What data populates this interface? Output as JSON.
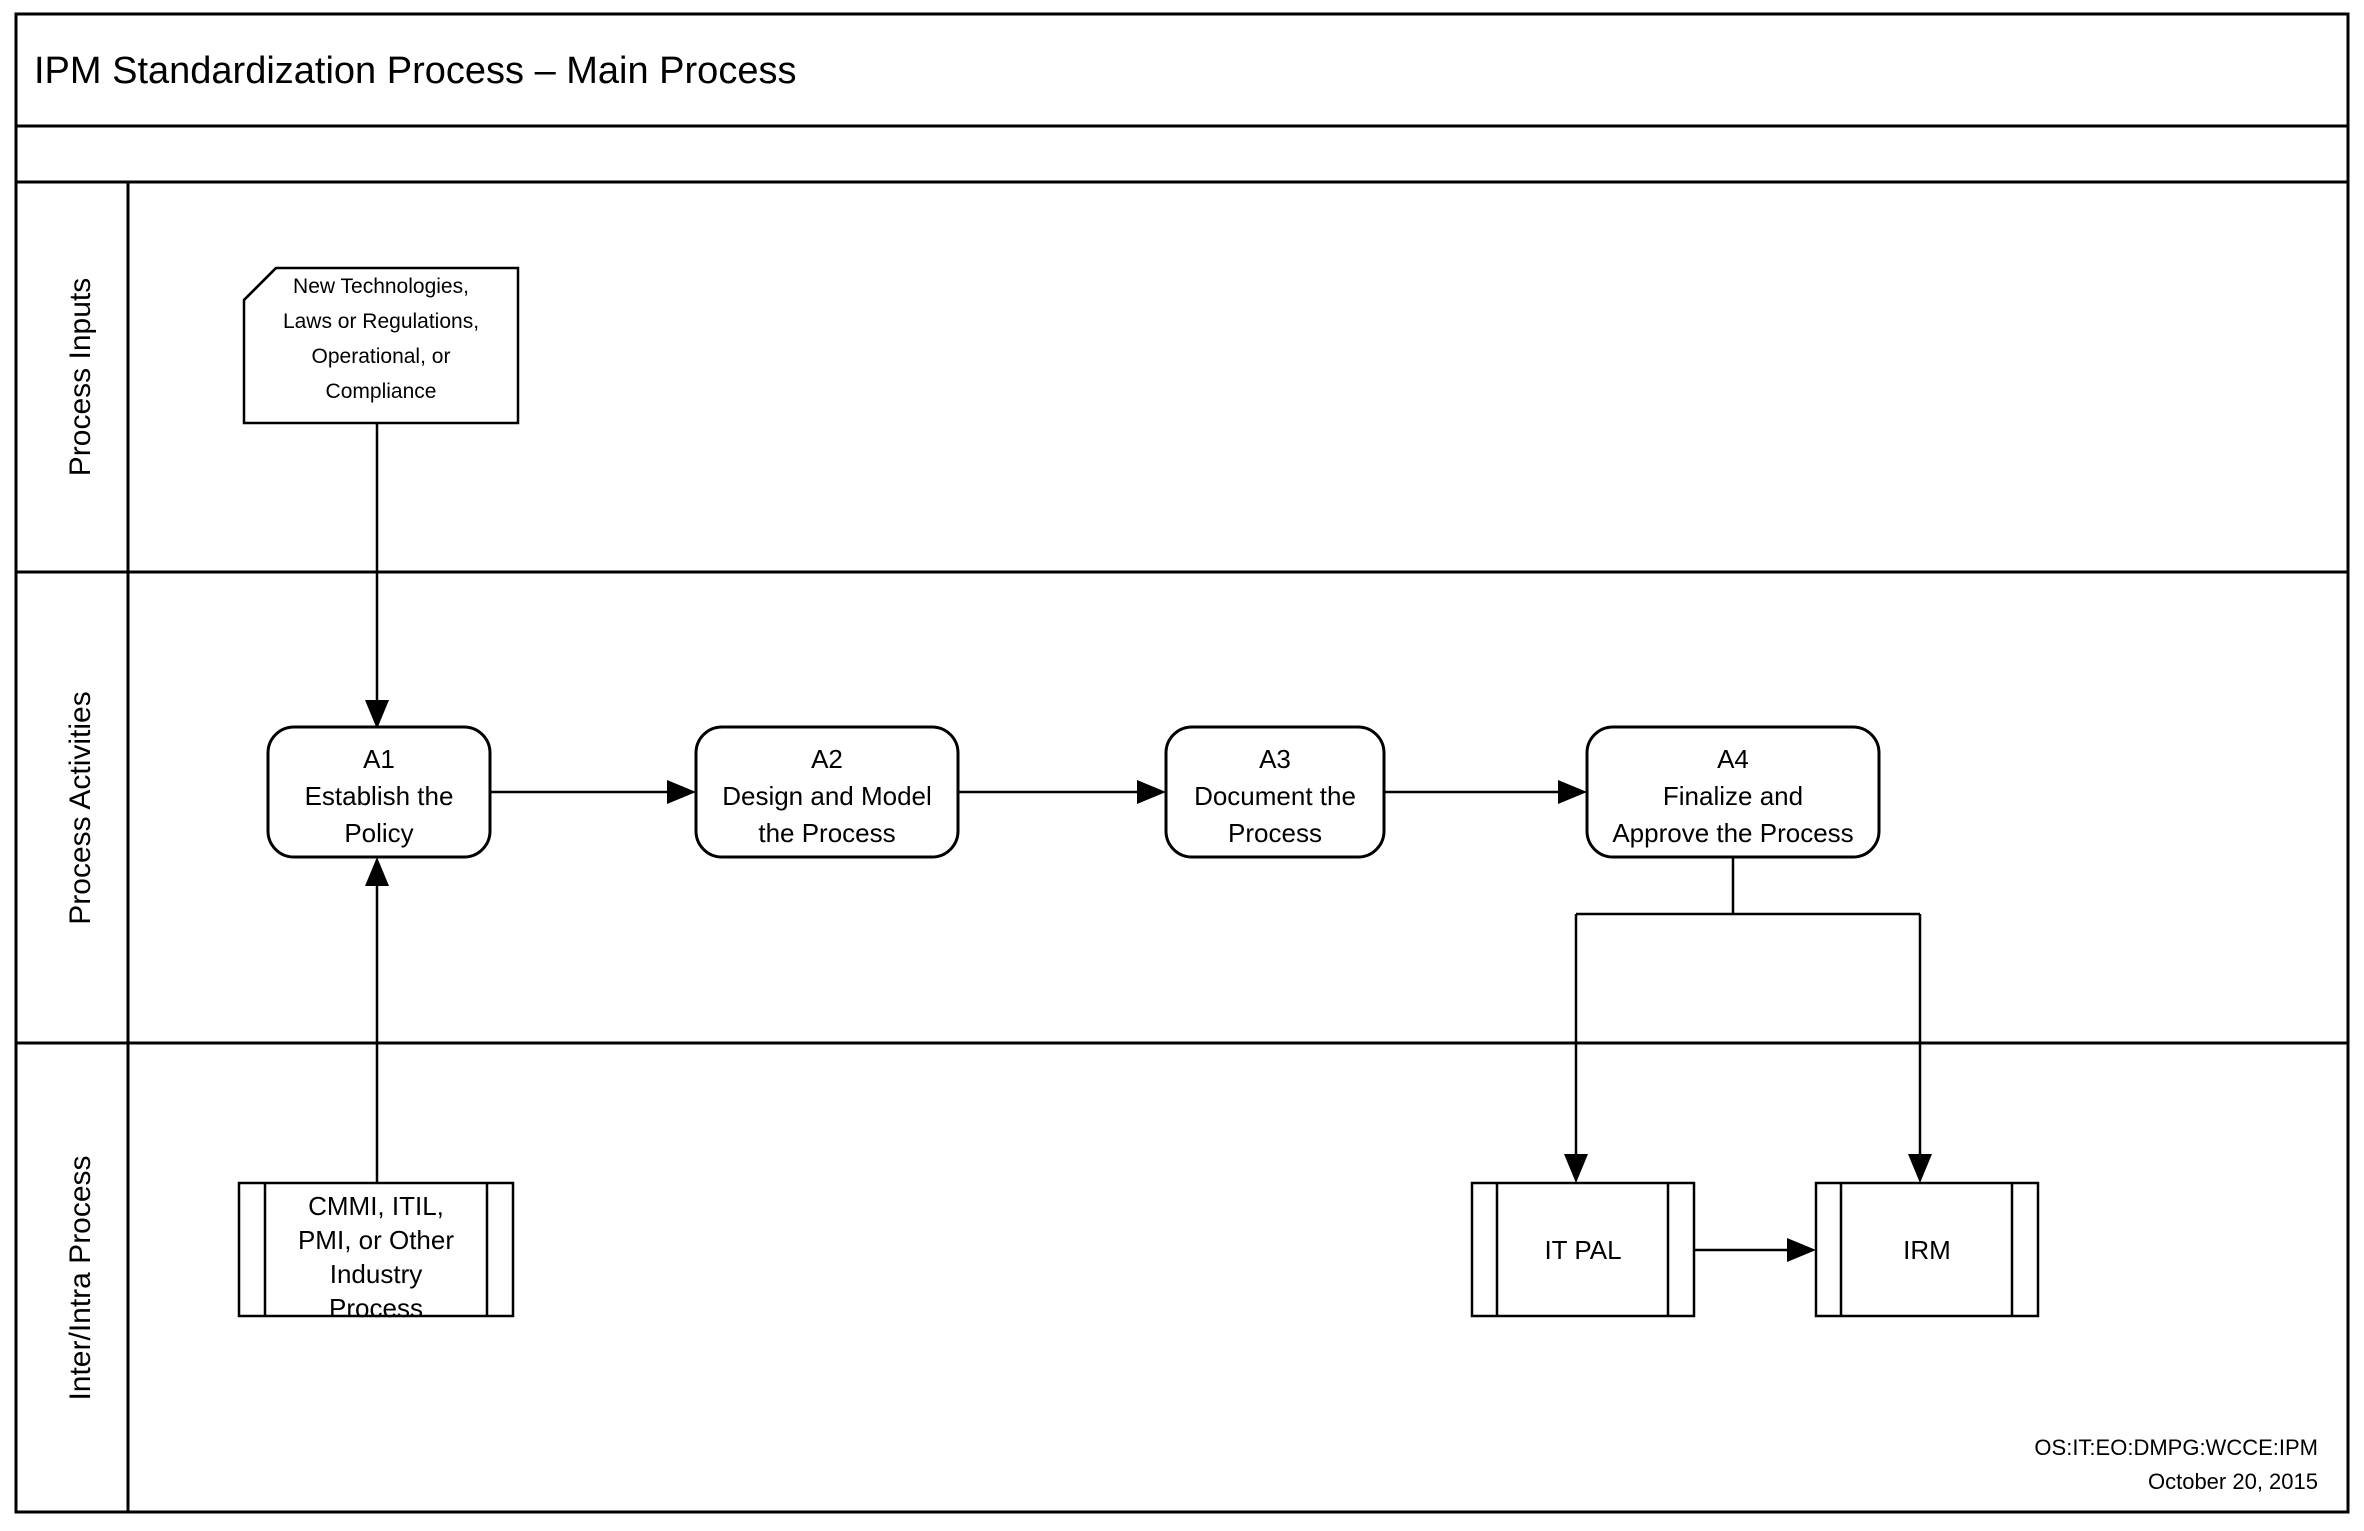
{
  "diagram": {
    "title": "IPM Standardization Process – Main Process",
    "lanes": [
      {
        "id": "process-inputs",
        "label": "Process Inputs"
      },
      {
        "id": "process-activities",
        "label": "Process Activities"
      },
      {
        "id": "inter-intra-process",
        "label": "Inter/Intra Process"
      }
    ],
    "inputs": {
      "document_node": {
        "shape": "document",
        "lines": [
          "New Technologies,",
          "Laws or Regulations,",
          "Operational, or",
          "Compliance"
        ]
      }
    },
    "activities": [
      {
        "id": "A1",
        "code": "A1",
        "lines": [
          "Establish the",
          "Policy"
        ]
      },
      {
        "id": "A2",
        "code": "A2",
        "lines": [
          "Design and Model",
          "the Process"
        ]
      },
      {
        "id": "A3",
        "code": "A3",
        "lines": [
          "Document the",
          "Process"
        ]
      },
      {
        "id": "A4",
        "code": "A4",
        "lines": [
          "Finalize and",
          "Approve the Process"
        ]
      }
    ],
    "subprocesses": [
      {
        "id": "industry-process",
        "shape": "predefined-process",
        "lines": [
          "CMMI, ITIL,",
          "PMI, or Other",
          "Industry",
          "Process"
        ]
      },
      {
        "id": "it-pal",
        "shape": "predefined-process",
        "lines": [
          "IT PAL"
        ]
      },
      {
        "id": "irm",
        "shape": "predefined-process",
        "lines": [
          "IRM"
        ]
      }
    ],
    "footer": {
      "org": "OS:IT:EO:DMPG:WCCE:IPM",
      "date": "October 20, 2015"
    },
    "colors": {
      "stroke": "#000000",
      "fill": "#ffffff",
      "text": "#000000"
    }
  }
}
